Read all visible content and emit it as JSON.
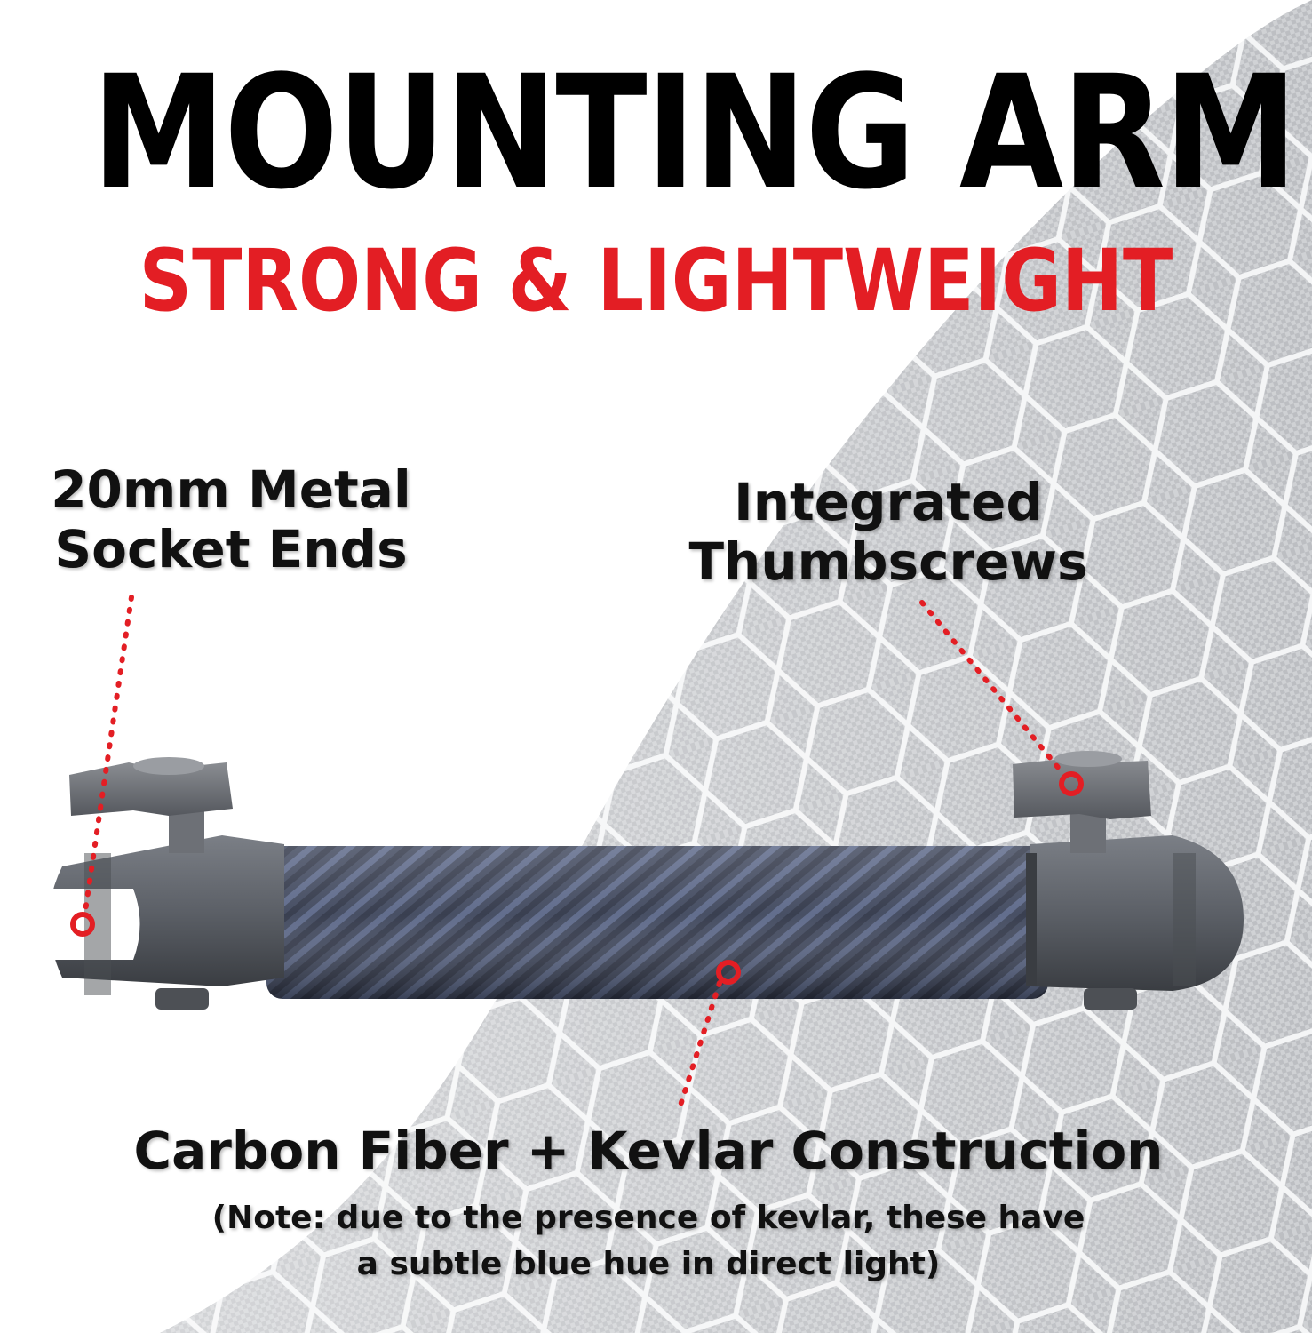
{
  "title": "MOUNTING ARM",
  "subtitle": "STRONG & LIGHTWEIGHT",
  "callouts": {
    "socket_ends": {
      "line1": "20mm Metal",
      "line2": "Socket Ends"
    },
    "thumbscrews": {
      "line1": "Integrated",
      "line2": "Thumbscrews"
    },
    "construction": "Carbon Fiber + Kevlar Construction",
    "note": {
      "line1": "(Note: due to the presence of kevlar, these have",
      "line2": "a subtle blue hue in direct light)"
    }
  },
  "colors": {
    "title": "#000000",
    "subtitle": "#e31e24",
    "pointer": "#e31e24",
    "carbon_tube": "#4a5570",
    "metal": "#5b5f66",
    "background_pattern": "#d6d8db"
  }
}
